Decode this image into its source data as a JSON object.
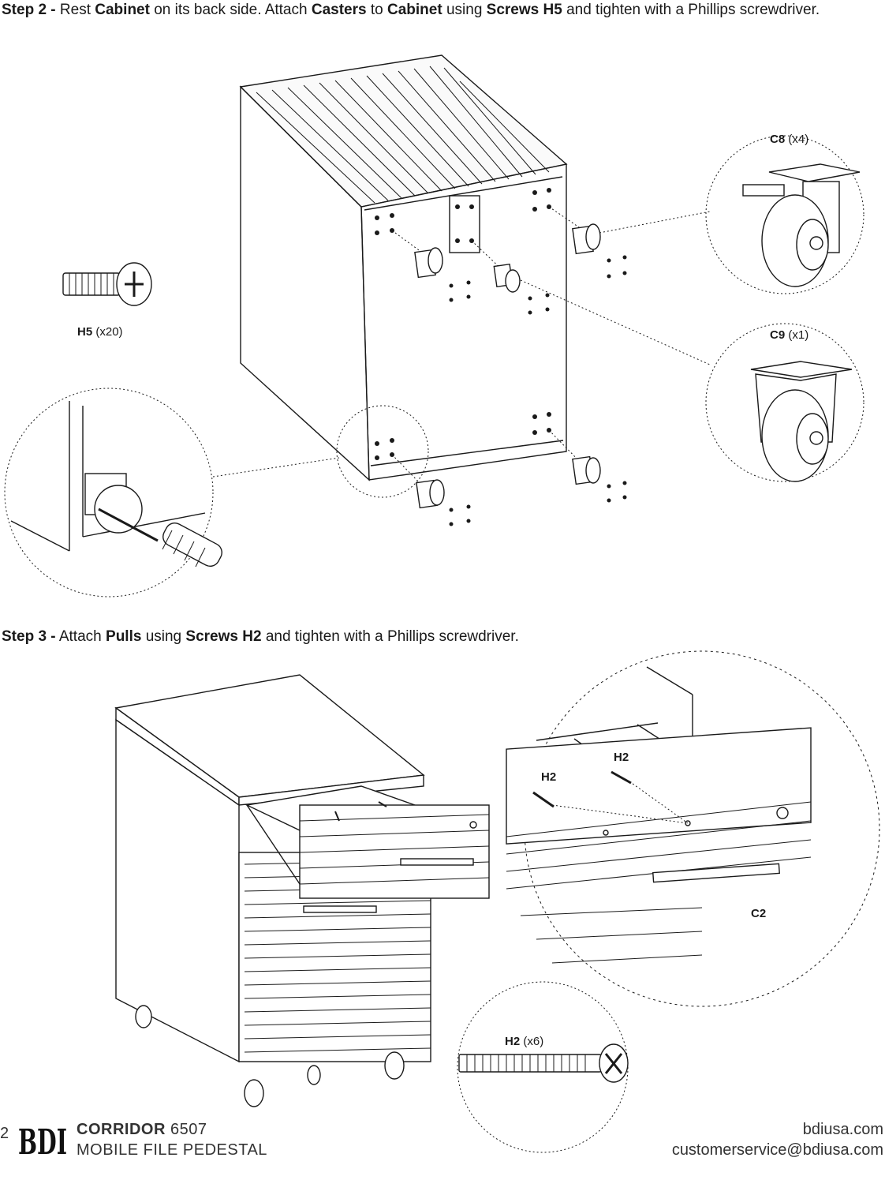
{
  "step2": {
    "prefix": "Step 2 -",
    "t1": "Rest",
    "b1": "Cabinet",
    "t2": "on its back side. Attach",
    "b2": "Casters",
    "t3": "to",
    "b3": "Cabinet",
    "t4": "using",
    "b4": "Screws H5",
    "t5": "and tighten with a Phillips screwdriver."
  },
  "step3": {
    "prefix": "Step 3 -",
    "t1": "Attach",
    "b1": "Pulls",
    "t2": "using",
    "b2": "Screws H2",
    "t3": "and tighten with a Phillips screwdriver."
  },
  "parts": {
    "h5": {
      "code": "H5",
      "count": "(x20)"
    },
    "c8": {
      "code": "C8",
      "count": "(x4)"
    },
    "c9": {
      "code": "C9",
      "count": "(x1)"
    },
    "h2a": {
      "code": "H2"
    },
    "h2b": {
      "code": "H2"
    },
    "c2": {
      "code": "C2"
    },
    "h2": {
      "code": "H2",
      "count": "(x6)"
    }
  },
  "footer": {
    "page": "2",
    "logo": "BDI",
    "product_name": "CORRIDOR",
    "product_number": "6507",
    "product_type": "MOBILE FILE PEDESTAL",
    "website": "bdiusa.com",
    "email": "customerservice@bdiusa.com"
  },
  "colors": {
    "ink": "#1a1a1a",
    "text_gray": "#333333"
  }
}
